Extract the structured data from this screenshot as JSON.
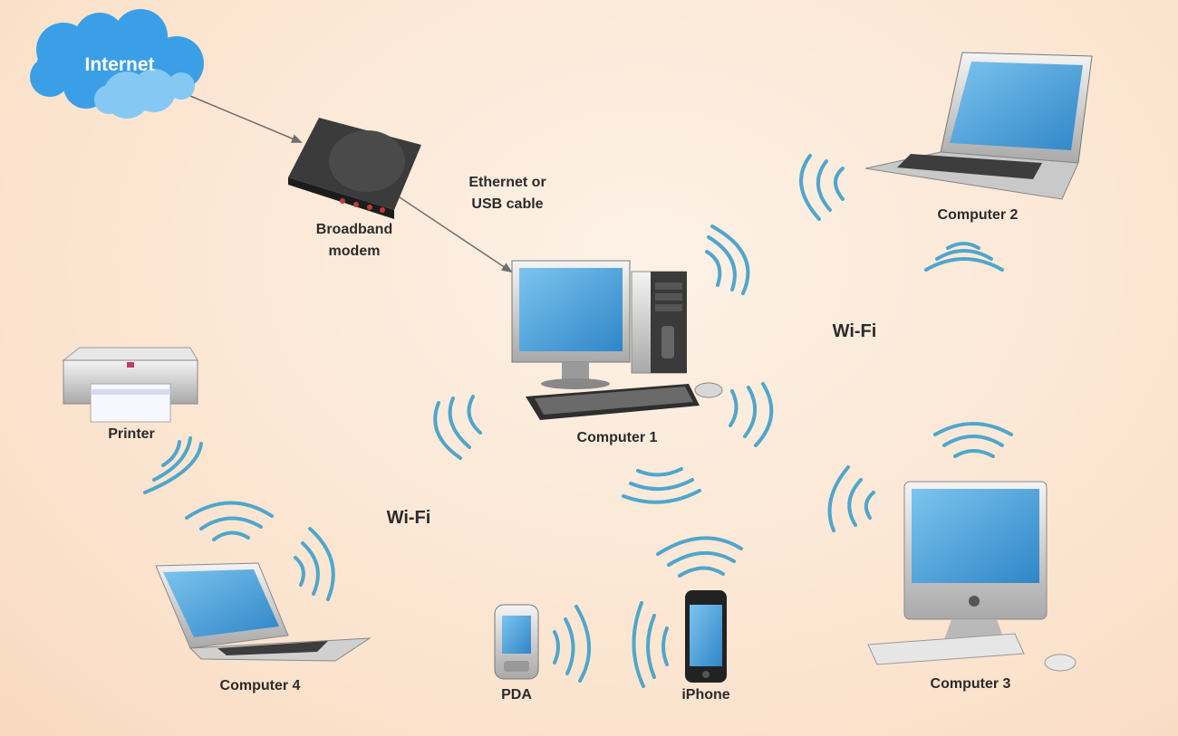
{
  "labels": {
    "internet": "Internet",
    "modem": "Broadband\nmodem",
    "cable": "Ethernet or\nUSB cable",
    "computer1": "Computer 1",
    "computer2": "Computer 2",
    "computer3": "Computer 3",
    "computer4": "Computer 4",
    "printer": "Printer",
    "pda": "PDA",
    "iphone": "iPhone",
    "wifi_right": "Wi-Fi",
    "wifi_left": "Wi-Fi"
  },
  "colors": {
    "wifi_wave": "#4fa6cc",
    "screen": "#4fa8e0",
    "cloud": "#3fa3e6",
    "arrow": "#6f6f6f"
  },
  "connections": [
    {
      "from": "internet",
      "to": "modem",
      "type": "arrow"
    },
    {
      "from": "modem",
      "to": "computer1",
      "type": "arrow"
    }
  ]
}
